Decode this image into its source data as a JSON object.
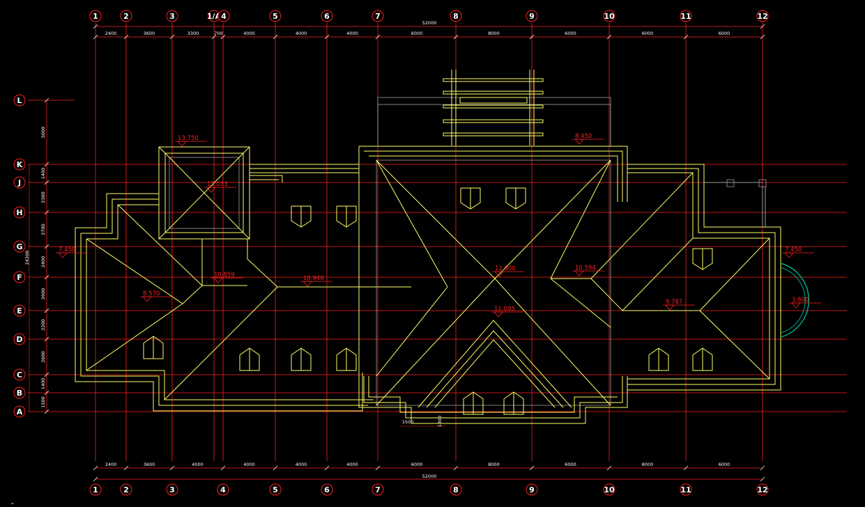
{
  "drawing": {
    "grid_columns": [
      "1",
      "2",
      "3",
      "1/A",
      "4",
      "5",
      "6",
      "7",
      "8",
      "9",
      "10",
      "11",
      "12"
    ],
    "grid_rows": [
      "L",
      "K",
      "J",
      "H",
      "G",
      "F",
      "E",
      "D",
      "C",
      "B",
      "A"
    ],
    "overall_width": "52000",
    "top_dimensions": [
      "2400",
      "3600",
      "3300",
      "700",
      "4000",
      "4000",
      "4000",
      "6000",
      "8000",
      "6000",
      "6000",
      "6000"
    ],
    "bottom_dimensions": [
      "2400",
      "3600",
      "4000",
      "4000",
      "4000",
      "4000",
      "6000",
      "8000",
      "6000",
      "8000",
      "6000"
    ],
    "left_dimensions": [
      "5000",
      "1400",
      "2300",
      "2700",
      "2400",
      "2600",
      "2200",
      "2600",
      "1400",
      "1500"
    ],
    "left_total": "24300",
    "local_dimensions": [
      "1500",
      "1300"
    ],
    "elevations": [
      "13.750",
      "15.033",
      "10.859",
      "8.570",
      "10.946",
      "7.450",
      "12.900",
      "8.450",
      "11.095",
      "10.594",
      "9.787",
      "7.450",
      "3.600"
    ],
    "colors": {
      "background": "#000000",
      "grid": "#ff2020",
      "roof": "#ffff66",
      "annotation": "#ffffff",
      "arc": "#00aa88",
      "outline_gray": "#a0a0a0"
    }
  }
}
